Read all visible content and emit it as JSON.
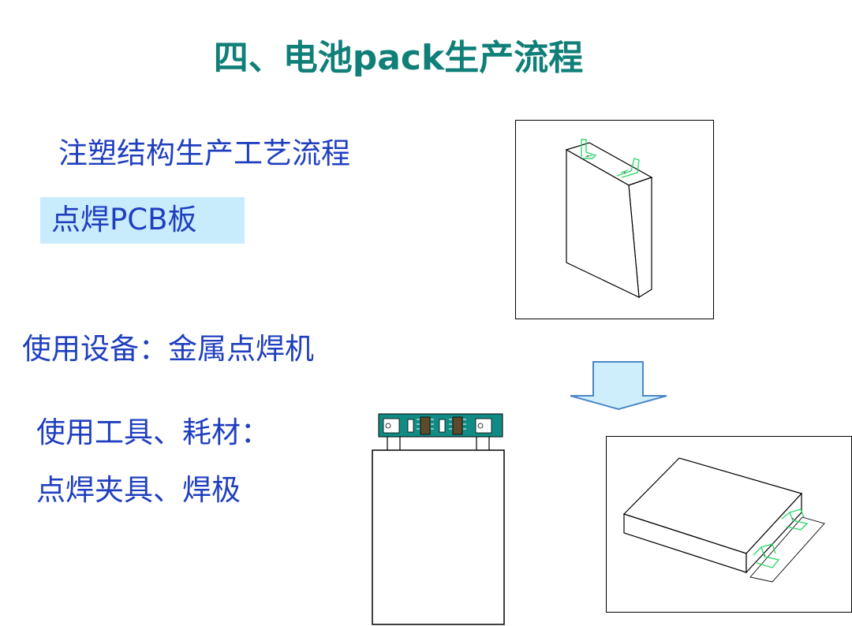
{
  "slide": {
    "title": "四、电池pack生产流程",
    "subtitle": "注塑结构生产工艺流程",
    "step_tag": "点焊PCB板",
    "equipment": "使用设备：金属点焊机",
    "tools_heading": "使用工具、耗材：",
    "tools_items": "点焊夹具、焊极"
  },
  "colors": {
    "title": "#0f7f78",
    "body_text": "#1f3fbf",
    "tag_background": "#c8ecfb",
    "arrow_fill": "#cfeefc",
    "arrow_stroke": "#4b86c6",
    "pcb_green": "#118c84",
    "tab_green": "#2fd86c"
  },
  "figures": {
    "top_right": "battery-cell-upright-icon",
    "arrow": "down-arrow-icon",
    "middle": "battery-with-pcb-icon",
    "bottom_right": "battery-cell-flat-icon"
  }
}
